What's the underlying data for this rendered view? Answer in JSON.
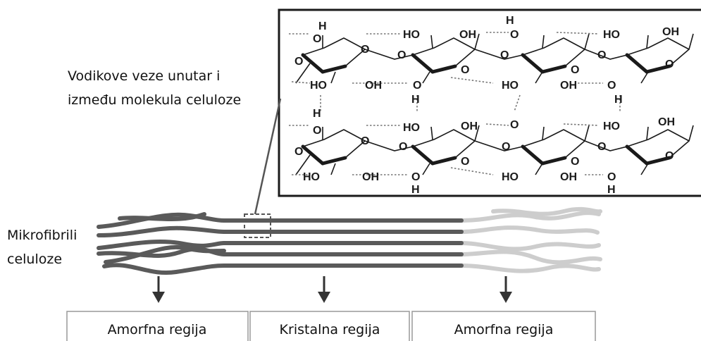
{
  "labels": {
    "hbonds_line1": "Vodikove veze unutar i",
    "hbonds_line2": "između molekula celuloze",
    "microfibrils_line1": "Mikrofibrili",
    "microfibrils_line2": "celuloze"
  },
  "regions": [
    {
      "label": "Amorfna regija"
    },
    {
      "label": "Kristalna regija"
    },
    {
      "label": "Amorfna regija"
    }
  ],
  "atoms": {
    "oxygen": "O",
    "hydrogen": "H",
    "hydroxyl_left": "HO",
    "hydroxyl_right": "OH"
  },
  "colors": {
    "fiber_dark": "#5a5a5a",
    "fiber_light": "#c8c8c8",
    "text": "#111111"
  }
}
